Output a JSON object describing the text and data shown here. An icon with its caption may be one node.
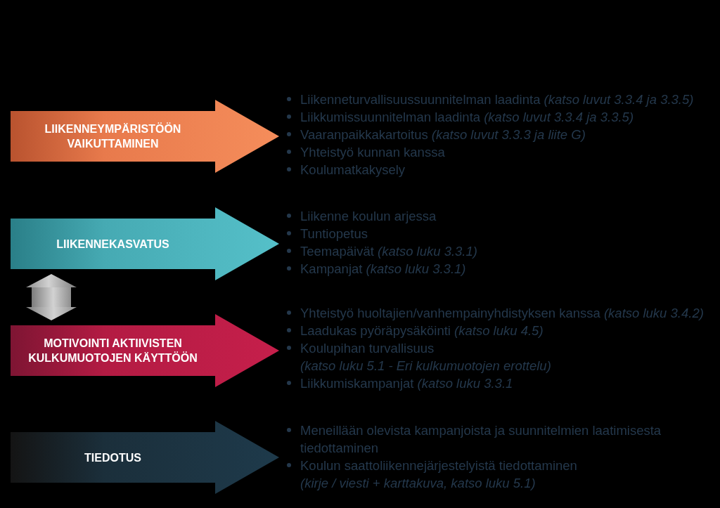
{
  "diagram": {
    "nodes": [
      {
        "text": [
          "LIIKENNEYMPÄRISTÖÖN VAIKUTTAMINEN"
        ],
        "beside": [
          "Liikenneturvallisuussuunnitelman laadinta *(katso luvut 3.3.4 ja 3.3.5)*",
          "Liikkumissuunnitelman laadinta *(katso luvut 3.3.4 ja 3.3.5)*",
          "Vaaranpaikkakartoitus *(katso luvut 3.3.3 ja liite G)*",
          "Yhteistyö kunnan kanssa",
          "Koulumatkakysely"
        ]
      },
      {
        "text": [
          "LIIKENNEKASVATUS"
        ],
        "beside": [
          "Liikenne koulun arjessa",
          "Tuntiopetus",
          "Teemapäivät *(katso luku 3.3.1)*",
          "Kampanjat *(katso luku 3.3.1)*"
        ]
      },
      {
        "text": [
          "MOTIVOINTI AKTIIVISTEN KULKUMUOTOJEN KÄYTTÖÖN"
        ],
        "beside": [
          "Yhteistyö huoltajien/vanhempainyhdistyksen kanssa *(katso luku 3.4.2)*",
          "Laadukas pyöräpysäköinti *(katso luku 4.5)*",
          "Koulupihan turvallisuus *(katso luku 5.1 - Eri kulkumuotojen erottelu)*",
          "Liikkumiskampanjat *(katso luku 3.3.1*"
        ]
      },
      {
        "text": [
          "TIEDOTUS"
        ],
        "beside": [
          "Meneillään olevista kampanjoista ja suunnitelmien laatimisesta tiedottaminen",
          "Koulun saattoliikennejärjestelyistä tiedottaminen *(kirje / viesti + karttakuva, katso luku 5.1)*"
        ]
      }
    ],
    "edges": [
      {
        "from": 1,
        "to": 2,
        "arrow": "both"
      }
    ]
  }
}
